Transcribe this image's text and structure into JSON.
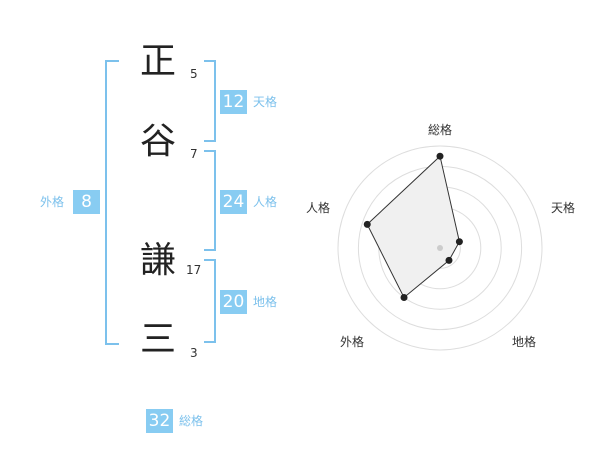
{
  "name_chars": [
    {
      "char": "正",
      "strokes": "5"
    },
    {
      "char": "谷",
      "strokes": "7"
    },
    {
      "char": "謙",
      "strokes": "17"
    },
    {
      "char": "三",
      "strokes": "3"
    }
  ],
  "fortunes": {
    "tenkaku": {
      "value": "12",
      "label": "天格"
    },
    "jinkaku": {
      "value": "24",
      "label": "人格"
    },
    "chikaku": {
      "value": "20",
      "label": "地格"
    },
    "gaikaku": {
      "value": "8",
      "label": "外格"
    },
    "soukaku": {
      "value": "32",
      "label": "総格"
    }
  },
  "colors": {
    "badge": "#88ccf2",
    "label": "#7cc1ec",
    "radar_fill": "#f0f0f0",
    "ring": "#dddddd"
  },
  "chart_data": {
    "type": "radar",
    "axes": [
      "総格",
      "天格",
      "地格",
      "外格",
      "人格"
    ],
    "values": [
      0.9,
      0.2,
      0.15,
      0.6,
      0.75
    ],
    "rings": 5
  }
}
